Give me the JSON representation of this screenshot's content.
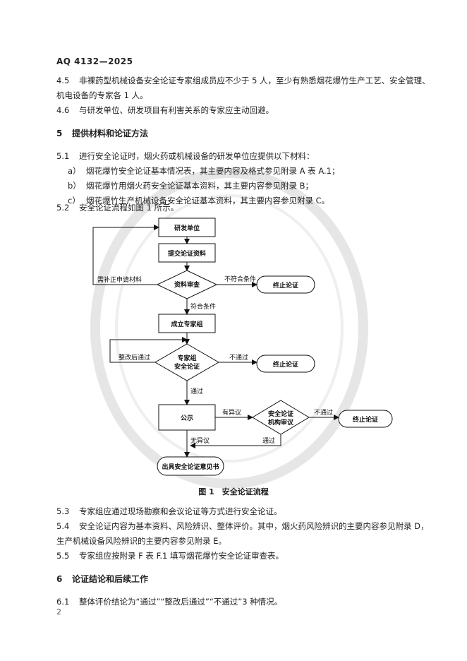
{
  "header": {
    "code": "AQ 4132—2025"
  },
  "section4": {
    "p45": {
      "num": "4.5",
      "line1": "非裸药型机械设备安全论证专家组成员应不少于 5 人，至少有熟悉烟花爆竹生产工艺、安全管理、",
      "line2": "机电设备的专家各 1 人。"
    },
    "p46": {
      "num": "4.6",
      "text": "与研发单位、研发项目有利害关系的专家应主动回避。"
    }
  },
  "section5": {
    "heading": {
      "num": "5",
      "title": "提供材料和论证方法"
    },
    "p51": {
      "num": "5.1",
      "text": "进行安全论证时，烟火药或机械设备的研发单位应提供以下材料："
    },
    "items": [
      {
        "mark": "a）",
        "text": "烟花爆竹安全论证基本情况表，其主要内容及格式参见附录 A 表 A.1；"
      },
      {
        "mark": "b）",
        "text": "烟花爆竹用烟火药安全论证基本资料，其主要内容参见附录 B；"
      },
      {
        "mark": "c）",
        "text": "烟花爆竹生产机械设备安全论证基本资料，其主要内容参见附录 C。"
      }
    ],
    "p52": {
      "num": "5.2",
      "text": "安全论证流程如图 1 所示。"
    },
    "p53": {
      "num": "5.3",
      "text": "专家组应通过现场勘察和会议论证等方式进行安全论证。"
    },
    "p54": {
      "num": "5.4",
      "line1": "安全论证内容为基本资料、风险辨识、整体评价。其中，烟火药风险辨识的主要内容参见附录 D，",
      "line2": "生产机械设备风险辨识的主要内容参见附录 E。"
    },
    "p55": {
      "num": "5.5",
      "text": "专家组应按附录 F 表 F.1 填写烟花爆竹安全论证审查表。"
    }
  },
  "flowchart": {
    "nodes": {
      "rd_unit": "研发单位",
      "submit": "提交论证资料",
      "review": "资料审查",
      "stop1": "终止论证",
      "form_group": "成立专家组",
      "expert_review_l1": "专家组",
      "expert_review_l2": "安全论证",
      "stop2": "终止论证",
      "publicity": "公示",
      "agency_review_l1": "安全论证",
      "agency_review_l2": "机构审议",
      "stop3": "终止论证",
      "opinion": "出具安全论证意见书"
    },
    "labels": {
      "supplement": "需补正申请材料",
      "not_meet": "不符合条件",
      "meet": "符合条件",
      "rectify_pass": "整改后通过",
      "fail1": "不通过",
      "pass1": "通过",
      "objection": "有异议",
      "fail2": "不通过",
      "no_objection": "无异议",
      "pass2": "通过"
    },
    "caption": "图 1　安全论证流程"
  },
  "section6": {
    "heading": {
      "num": "6",
      "title": "论证结论和后续工作"
    },
    "p61": {
      "num": "6.1",
      "text": "整体评价结论为“通过”“整改后通过”“不通过”3 种情况。"
    }
  },
  "footer": {
    "page": "2"
  }
}
